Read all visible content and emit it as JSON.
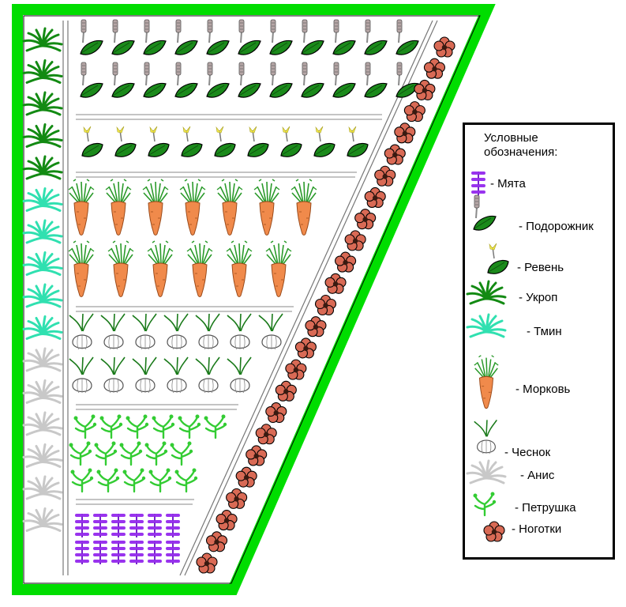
{
  "colors": {
    "border_green": "#00dd00",
    "mint": "#9933ee",
    "leaf": "#1b8a1b",
    "dill": "#138a13",
    "caraway": "#30e0b0",
    "carrot": "#f08a4b",
    "anise": "#c8c8c8",
    "parsley": "#33cc33",
    "marigold": "#d96a55",
    "rhubarb_flower": "#f2e84a"
  },
  "legend": {
    "title": "Условные обозначения:",
    "items": [
      {
        "icon": "mint-icon",
        "label": "- Мята"
      },
      {
        "icon": "plantain-icon",
        "label": "- Подорожник"
      },
      {
        "icon": "rhubarb-icon",
        "label": "- Ревень"
      },
      {
        "icon": "dill-icon",
        "label": "- Укроп"
      },
      {
        "icon": "caraway-icon",
        "label": "- Тмин"
      },
      {
        "icon": "carrot-icon",
        "label": "- Морковь"
      },
      {
        "icon": "garlic-icon",
        "label": "- Чеснок"
      },
      {
        "icon": "anise-icon",
        "label": "- Анис"
      },
      {
        "icon": "parsley-icon",
        "label": "- Петрушка"
      },
      {
        "icon": "marigold-icon",
        "label": "- Ноготки"
      }
    ]
  },
  "garden": {
    "left_column": [
      "dill",
      "dill",
      "dill",
      "dill",
      "dill",
      "caraway",
      "caraway",
      "caraway",
      "caraway",
      "caraway",
      "anise",
      "anise",
      "anise",
      "anise",
      "anise",
      "anise"
    ],
    "rows": [
      {
        "plant": "plantain",
        "count": 11
      },
      {
        "plant": "plantain",
        "count": 11
      },
      {
        "plant": "rhubarb",
        "count": 9
      },
      {
        "plant": "carrot",
        "count": 7
      },
      {
        "plant": "carrot",
        "count": 6
      },
      {
        "plant": "garlic",
        "count": 7
      },
      {
        "plant": "garlic",
        "count": 6
      },
      {
        "plant": "parsley",
        "count": 6
      },
      {
        "plant": "parsley",
        "count": 5
      },
      {
        "plant": "parsley",
        "count": 5
      },
      {
        "plant": "mint",
        "count": 6
      },
      {
        "plant": "mint",
        "count": 6
      }
    ],
    "border_flower": "marigold",
    "border_flower_count": 25
  }
}
